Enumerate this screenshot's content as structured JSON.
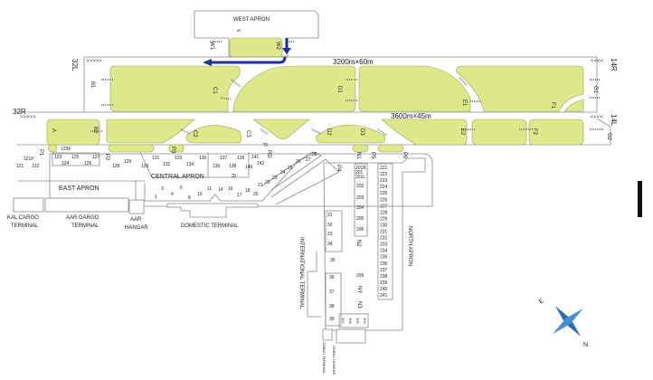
{
  "runways": {
    "rwy_32L": "32L",
    "rwy_14R": "14R",
    "rwy_32R": "32R",
    "rwy_14L": "14L",
    "dim_north": "3200m×60m",
    "dim_south": "3600m×45m"
  },
  "areas": {
    "west_apron": "WEST APRON",
    "east_apron": "EAST APRON",
    "central_apron": "CENTRAL APRON",
    "north_apron": "NORTH APRON",
    "kal1": "KAL CARGO",
    "kal2": "TERMINAL",
    "aar1": "AAR GARGO",
    "aar2": "TERMINAL",
    "aarh1": "AAR",
    "aarh2": "HANGAR",
    "domestic": "DOMESTIC TERMINAL",
    "international": "INTERNATIONAL TERMINAL",
    "sgbac_t": "SGBAC TERMINAL",
    "sgbac_h": "SGBAC HANGAR"
  },
  "taxiways": {
    "S": "S",
    "W1": "W1",
    "W2": "W2",
    "A": "A",
    "B1": "B1",
    "B2": "B2",
    "C1": "C1",
    "C2": "C2",
    "C3": "C3",
    "D1": "D1",
    "D2": "D2",
    "D3": "D3",
    "E1": "E1",
    "E2": "E2",
    "F1": "F1",
    "F2": "F2",
    "G1": "G1",
    "G2": "G2",
    "P1": "P1",
    "P2": "P2",
    "P3": "P3",
    "P4": "P4",
    "P5": "P5",
    "P6": "P6",
    "P": "P",
    "RD": "RD",
    "R": "R",
    "N1": "N1",
    "N2": "N2",
    "NY": "NY",
    "N3": "N3"
  },
  "stands": {
    "s121F": "121F",
    "s121": "121",
    "s122": "122",
    "s123F": "123F",
    "s123": "123",
    "s124": "124",
    "s125": "125",
    "s126": "126",
    "s127": "127",
    "s128": "128",
    "s129": "129",
    "s130": "130",
    "s131": "131",
    "s132": "132",
    "s133": "133",
    "s134": "134",
    "s135": "135",
    "s136": "136",
    "s137": "137",
    "s138": "138",
    "s139": "139",
    "s140": "140",
    "s141": "141",
    "s142": "142",
    "s1": "1",
    "s3": "3",
    "s4": "4",
    "s6": "6",
    "s8": "8",
    "s10": "10",
    "s11": "11",
    "s14": "14",
    "s16": "16",
    "s17": "17",
    "s18": "18",
    "s20": "20",
    "s21": "21",
    "s22": "22",
    "s23": "23",
    "s24": "24",
    "s25": "25",
    "s26": "26",
    "s27": "27",
    "s28": "28",
    "s31": "31",
    "s32": "32",
    "s33": "33",
    "s34": "34",
    "s35": "35",
    "s36": "36",
    "s37": "37",
    "s38": "38",
    "s39": "39",
    "s201B": "201B",
    "s201": "201",
    "s201L": "201L",
    "s202": "202",
    "s203": "203",
    "s204": "204",
    "s205": "205",
    "s206": "206",
    "s209": "209",
    "s307": "307",
    "s306": "306",
    "s305": "305",
    "s304": "304"
  },
  "north_stands": [
    "221",
    "222",
    "223",
    "224",
    "225",
    "226",
    "227",
    "228",
    "229",
    "230",
    "231",
    "232",
    "233",
    "234",
    "235",
    "236",
    "237",
    "238",
    "239",
    "240",
    "241"
  ],
  "compass": {
    "north": "N",
    "east": "E"
  },
  "colors": {
    "grass": "#dfe88a",
    "arrow": "#1f2f9a",
    "compass": "#2a6fb5"
  }
}
